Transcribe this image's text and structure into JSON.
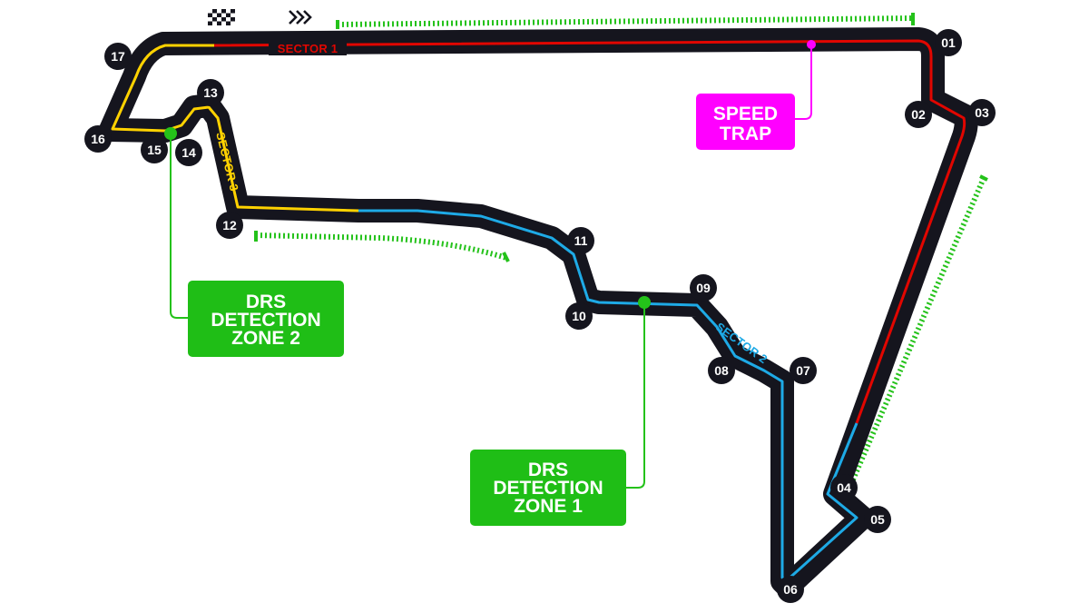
{
  "colors": {
    "track": "#15151e",
    "sector1": "#e10600",
    "sector2": "#1eaae6",
    "sector3": "#ffd200",
    "drs": "#24c21a",
    "drs_box": "#1fbe16",
    "speed_trap": "#ff00ff",
    "turn_marker": "#15151e"
  },
  "sectors": {
    "sector1": "SECTOR 1",
    "sector2": "SECTOR 2",
    "sector3": "SECTOR 3"
  },
  "turns": [
    "01",
    "02",
    "03",
    "04",
    "05",
    "06",
    "07",
    "08",
    "09",
    "10",
    "11",
    "12",
    "13",
    "14",
    "15",
    "16",
    "17"
  ],
  "speed_trap": {
    "line1": "SPEED",
    "line2": "TRAP"
  },
  "drs_detection_zone_1": {
    "line1": "DRS",
    "line2": "DETECTION",
    "line3": "ZONE 1"
  },
  "drs_detection_zone_2": {
    "line1": "DRS",
    "line2": "DETECTION",
    "line3": "ZONE 2"
  },
  "icons": {
    "start_finish": "checkered-flag-icon",
    "direction": "direction-chevrons-icon"
  }
}
